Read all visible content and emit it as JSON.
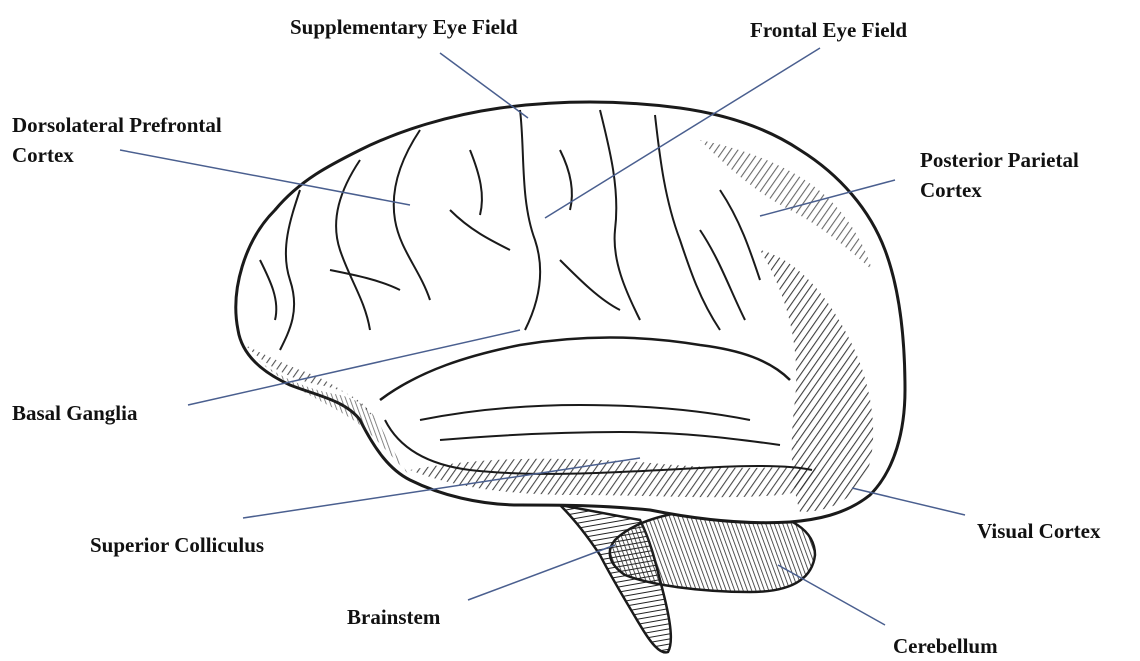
{
  "colors": {
    "leader_line": "#4a5f8f",
    "outline": "#1a1a1a",
    "fill": "#ffffff",
    "hatching": "#2a2a2a"
  },
  "labels": {
    "supplementary_eye_field": "Supplementary Eye Field",
    "frontal_eye_field": "Frontal Eye Field",
    "dorsolateral_prefrontal_cortex": {
      "line1": "Dorsolateral Prefrontal",
      "line2": "Cortex"
    },
    "posterior_parietal_cortex": {
      "line1": "Posterior Parietal",
      "line2": "Cortex"
    },
    "basal_ganglia": "Basal Ganglia",
    "superior_colliculus": "Superior Colliculus",
    "visual_cortex": "Visual Cortex",
    "brainstem": "Brainstem",
    "cerebellum": "Cerebellum"
  }
}
